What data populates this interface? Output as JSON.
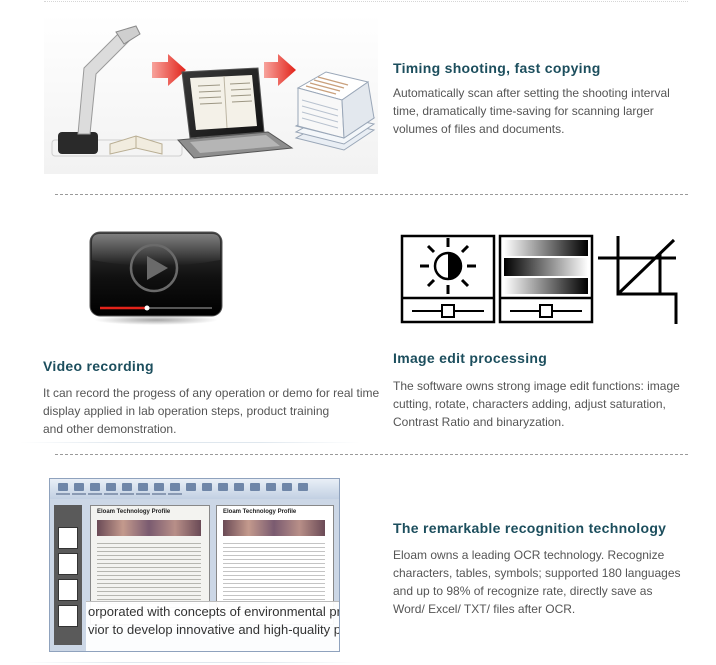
{
  "features": [
    {
      "title": "Timing shooting, fast copying",
      "lines": [
        "Automatically scan after setting the shooting interval",
        "time, dramatically time-saving for scanning larger",
        "volumes of files and documents."
      ],
      "image_icon": "scanner-to-laptop-to-documents-illustration"
    },
    {
      "title": "Video recording",
      "lines": [
        "It can record the progess of any operation or demo for real time",
        "display applied in lab operation steps, product training",
        "and other demonstration."
      ],
      "image_icon": "video-player-icon"
    },
    {
      "title": "Image edit processing",
      "lines": [
        "The software owns strong image edit functions: image",
        "cutting, rotate, characters adding, adjust saturation,",
        "Contrast Ratio and binaryzation."
      ],
      "image_icon": "image-edit-icons"
    },
    {
      "title": "The remarkable recognition technology",
      "lines": [
        "Eloam owns a leading OCR technology. Recognize",
        "characters, tables, symbols; supported 180 languages",
        "and up to 98% of recognize rate, directly save as",
        "Word/ Excel/ TXT/ files after OCR."
      ],
      "image_icon": "ocr-software-screenshot"
    }
  ],
  "ocr_screenshot": {
    "doc_title_left": "Eloam Technology Profile",
    "doc_title_right": "Eloam Technology Profile",
    "overlay_line1": "orporated with concepts of environmental pr",
    "overlay_line2": "vior to develop innovative and high-quality p"
  },
  "colors": {
    "title": "#1c4e5d",
    "body_text": "#555555",
    "arrow_red": "#e2231a",
    "divider": "#9a9a9a"
  }
}
